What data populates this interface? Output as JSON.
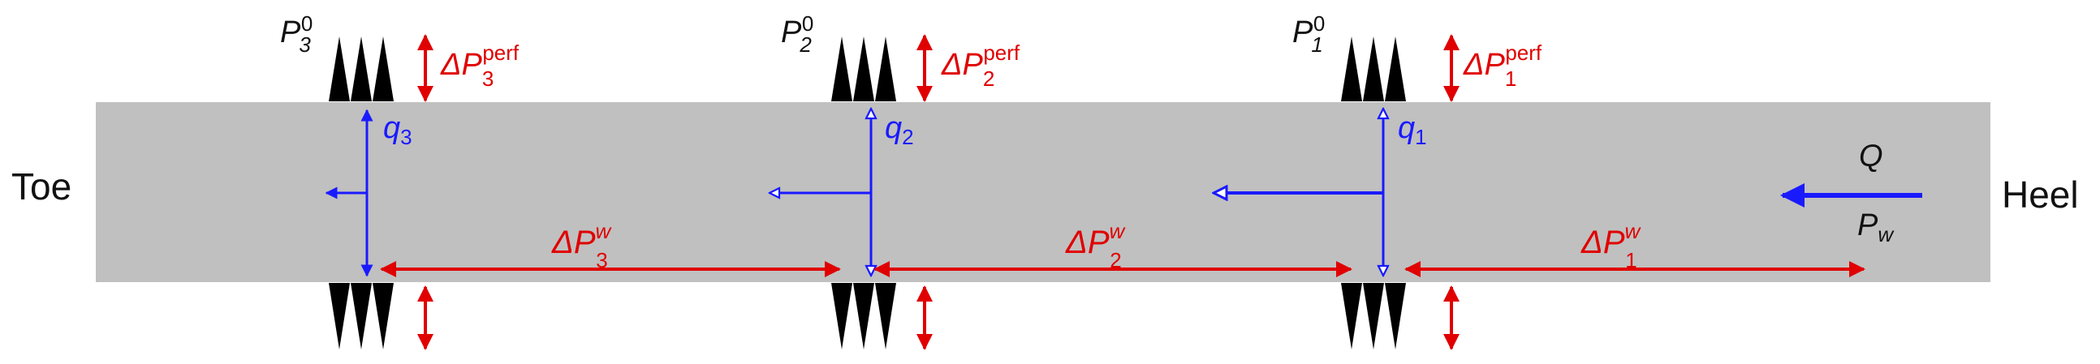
{
  "colors": {
    "pipe": "#c0c0c0",
    "flow": "#1a1aff",
    "pressure": "#e00000",
    "perforation": "#000000",
    "text": "#111111"
  },
  "ends": {
    "toe": "Toe",
    "heel": "Heel"
  },
  "inflow": {
    "symbol": "Q",
    "pressure_symbol": "P",
    "pressure_sub": "w"
  },
  "perforations": [
    {
      "index": "3",
      "p0_symbol": "P",
      "p0_sub": "3",
      "p0_sup": "0",
      "dp_perf_symbol": "ΔP",
      "dp_perf_sub": "3",
      "dp_perf_sup": "perf",
      "q_symbol": "q",
      "q_sub": "3"
    },
    {
      "index": "2",
      "p0_symbol": "P",
      "p0_sub": "2",
      "p0_sup": "0",
      "dp_perf_symbol": "ΔP",
      "dp_perf_sub": "2",
      "dp_perf_sup": "perf",
      "q_symbol": "q",
      "q_sub": "2"
    },
    {
      "index": "1",
      "p0_symbol": "P",
      "p0_sub": "1",
      "p0_sup": "0",
      "dp_perf_symbol": "ΔP",
      "dp_perf_sub": "1",
      "dp_perf_sup": "perf",
      "q_symbol": "q",
      "q_sub": "1"
    }
  ],
  "segments": [
    {
      "symbol": "ΔP",
      "sup": "w",
      "sub": "3"
    },
    {
      "symbol": "ΔP",
      "sup": "w",
      "sub": "2"
    },
    {
      "symbol": "ΔP",
      "sup": "w",
      "sub": "1"
    }
  ]
}
